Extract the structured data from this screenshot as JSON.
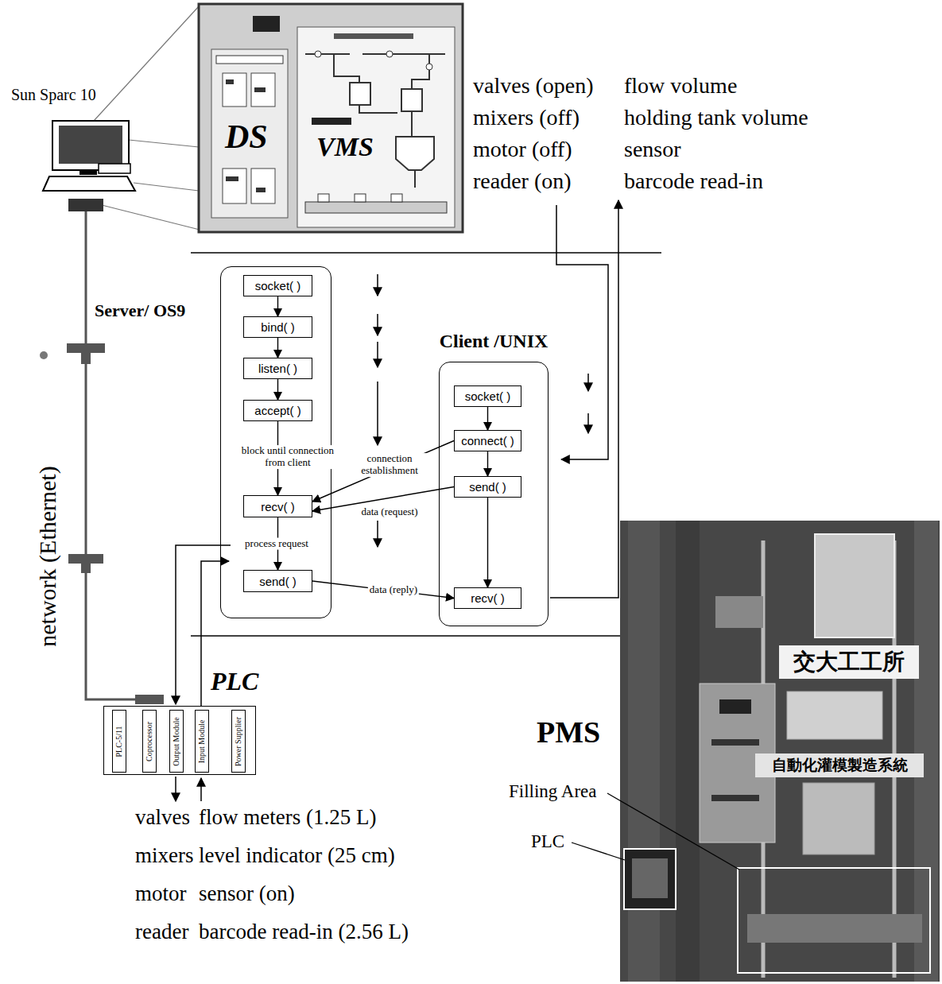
{
  "diagram": {
    "nodes": [
      {
        "text": [
          "Server/ OS9"
        ]
      },
      {
        "text": [
          "socket( )"
        ],
        "in": 0
      },
      {
        "text": [
          "bind( )"
        ],
        "in": 0
      },
      {
        "text": [
          "listen( )"
        ],
        "in": 0
      },
      {
        "text": [
          "accept( )"
        ],
        "in": 0
      },
      {
        "text": [
          "recv( )"
        ],
        "in": 0
      },
      {
        "text": [
          "send( )"
        ],
        "in": 0
      },
      {
        "text": [
          "Client /UNIX"
        ]
      },
      {
        "text": [
          "socket( )"
        ],
        "in": 7
      },
      {
        "text": [
          "connect( )"
        ],
        "in": 7
      },
      {
        "text": [
          "send( )"
        ],
        "in": 7
      },
      {
        "text": [
          "recv( )"
        ],
        "in": 7
      },
      {
        "text": [
          "PLC"
        ]
      },
      {
        "text": [
          "PLC-5/11"
        ],
        "in": 12
      },
      {
        "text": [
          "Coprocessor"
        ],
        "in": 12
      },
      {
        "text": [
          "Output Module"
        ],
        "in": 12
      },
      {
        "text": [
          "Input Module"
        ],
        "in": 12
      },
      {
        "text": [
          "Power Supplier"
        ],
        "in": 12
      }
    ],
    "edges": [
      {
        "from": 1,
        "to": 2,
        "arrow": "to"
      },
      {
        "from": 2,
        "to": 3,
        "arrow": "to"
      },
      {
        "from": 3,
        "to": 4,
        "arrow": "to"
      },
      {
        "from": 4,
        "to": 5,
        "label": "block until connection from client",
        "arrow": "to"
      },
      {
        "from": 5,
        "to": 6,
        "label": "process request",
        "arrow": "to"
      },
      {
        "from": 8,
        "to": 9,
        "arrow": "to"
      },
      {
        "from": 9,
        "to": 10,
        "arrow": "to"
      },
      {
        "from": 10,
        "to": 11,
        "arrow": "to"
      },
      {
        "from": 9,
        "to": 5,
        "label": "connection establishment",
        "arrow": "to"
      },
      {
        "from": 10,
        "to": 5,
        "label": "data (request)",
        "arrow": "to"
      },
      {
        "from": 6,
        "to": 11,
        "label": "data (reply)",
        "arrow": "to"
      }
    ],
    "labels": [
      "Sun Sparc 10",
      "DS",
      "VMS",
      "valves (open)",
      "mixers (off)",
      "motor (off)",
      "reader (on)",
      "flow volume",
      "holding tank volume",
      "sensor",
      "barcode read-in",
      "network (Ethernet)",
      "valves",
      "mixers",
      "motor",
      "reader",
      "flow meters (1.25 L)",
      "level indicator (25 cm)",
      "sensor (on)",
      "barcode read-in (2.56 L)",
      "PMS",
      "Filling Area",
      "PLC",
      "交大工工所",
      "自動化灌模製造系統"
    ]
  }
}
